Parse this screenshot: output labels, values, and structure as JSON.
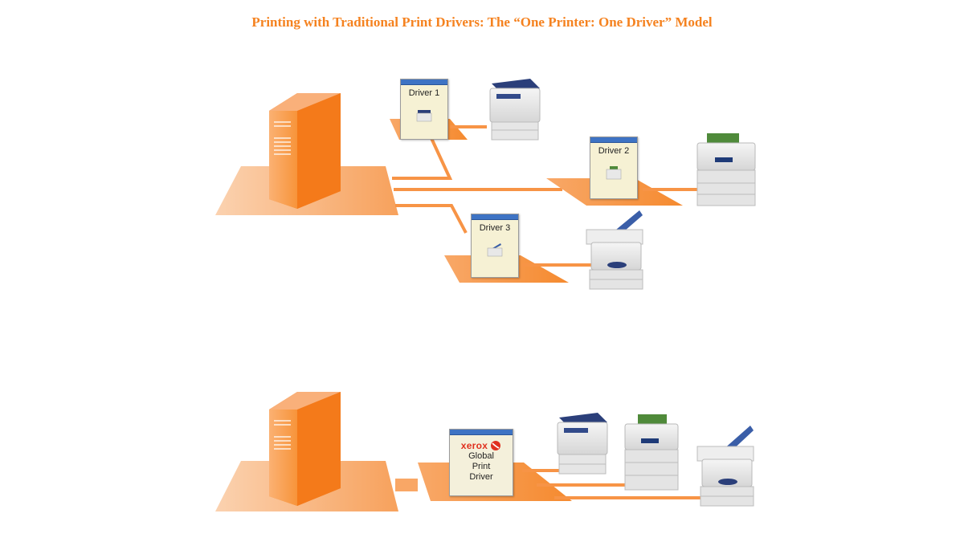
{
  "title": "Printing with Traditional Print Drivers: The “One Printer: One Driver” Model",
  "top_diagram": {
    "drivers": [
      {
        "label": "Driver 1"
      },
      {
        "label": "Driver 2"
      },
      {
        "label": "Driver 3"
      }
    ]
  },
  "bottom_diagram": {
    "global_driver": {
      "brand": "xerox",
      "lines": [
        "Global",
        "Print",
        "Driver"
      ]
    }
  },
  "colors": {
    "accent": "#f5821f",
    "server": "#f7943a",
    "platform": "#f9b07a",
    "titlebar": "#3e73c4",
    "dialog_bg": "#f6f1d4"
  },
  "icons": [
    "server-tower-icon",
    "laser-printer-icon",
    "color-printer-icon",
    "multifunction-printer-icon",
    "xerox-logo-icon"
  ]
}
